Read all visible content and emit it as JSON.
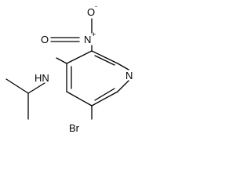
{
  "molecule": {
    "atoms": {
      "oxygen_minus": "O",
      "oxygen_minus_charge": "-",
      "nitro_n": "N",
      "nitro_n_charge": "+",
      "nitro_o": "O",
      "amine": "HN",
      "ring_n": "N",
      "bromine": "Br"
    }
  }
}
